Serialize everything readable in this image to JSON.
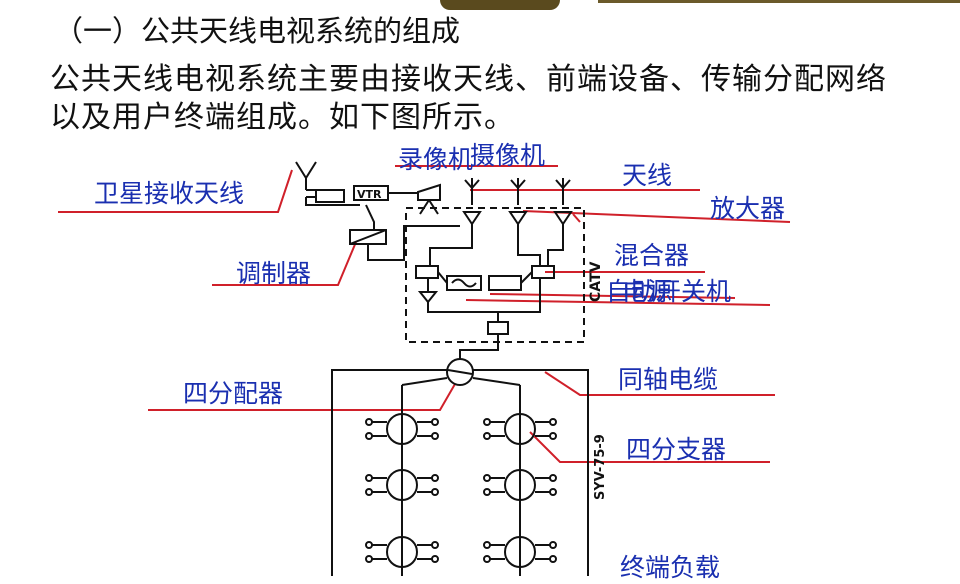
{
  "heading": "（一）公共天线电视系统的组成",
  "paragraph": {
    "line1": "公共天线电视系统主要由接收天线、前端设备、传输分配网络",
    "line2": "以及用户终端组成。如下图所示。"
  },
  "labels": {
    "satellite_antenna": "卫星接收天线",
    "vcr": "录像机",
    "camera": "摄像机",
    "antenna": "天线",
    "amplifier": "放大器",
    "modulator": "调制器",
    "mixer": "混合器",
    "auto_switch_a": "自动开关机",
    "auto_switch_b": "电源",
    "splitter4": "四分配器",
    "coax": "同轴电缆",
    "tap4": "四分支器",
    "terminal_load": "终端负载"
  },
  "diagram_text": {
    "vtr": "VTR",
    "catv": "CATV",
    "cable_model": "SYV-75-9"
  },
  "colors": {
    "label": "#1a2fb0",
    "leader": "#d0202a",
    "ink": "#111111"
  }
}
